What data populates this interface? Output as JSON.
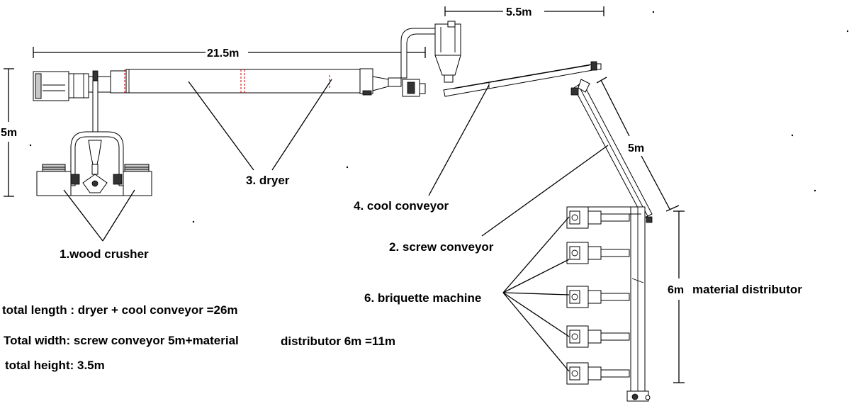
{
  "labels": {
    "wood_crusher": "1.wood crusher",
    "screw_conveyor": "2. screw conveyor",
    "dryer": "3. dryer",
    "cool_conveyor": "4. cool conveyor",
    "briquette_machine": "6. briquette machine",
    "material_distributor": "material distributor"
  },
  "dimensions": {
    "dryer_length": "21.5m",
    "cool_conveyor_length": "5.5m",
    "left_height": "5m",
    "screw_conveyor_length": "5m",
    "distributor_length": "6m"
  },
  "notes": {
    "total_length": "total length : dryer + cool conveyor  =26m",
    "total_width_a": "Total width:  screw conveyor 5m+material",
    "total_width_b": "distributor 6m =11m",
    "total_height": "total height: 3.5m"
  }
}
